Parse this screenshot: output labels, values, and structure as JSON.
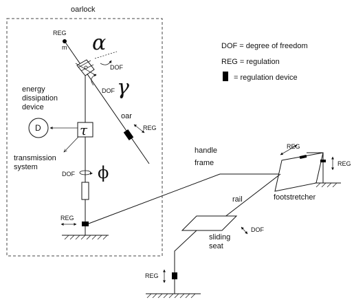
{
  "title": "oarlock",
  "legend": {
    "dof": "DOF = degree of freedom",
    "reg": "REG = regulation",
    "device": "= regulation device"
  },
  "labels": {
    "reg": "REG",
    "m": "m",
    "dof": "DOF",
    "oar": "oar",
    "energy_dissipation": [
      "energy",
      "dissipation",
      "device"
    ],
    "d": "D",
    "transmission": [
      "transmission",
      "system"
    ],
    "handle": "handle",
    "frame": "frame",
    "rail": "rail",
    "footstretcher": "footstretcher",
    "sliding_seat": [
      "sliding",
      "seat"
    ]
  },
  "symbols": {
    "alpha": "α",
    "gamma": "γ",
    "tau": "τ",
    "phi": "ϕ"
  },
  "colors": {
    "ink": "#111111",
    "device": "#000000",
    "background": "#ffffff"
  }
}
